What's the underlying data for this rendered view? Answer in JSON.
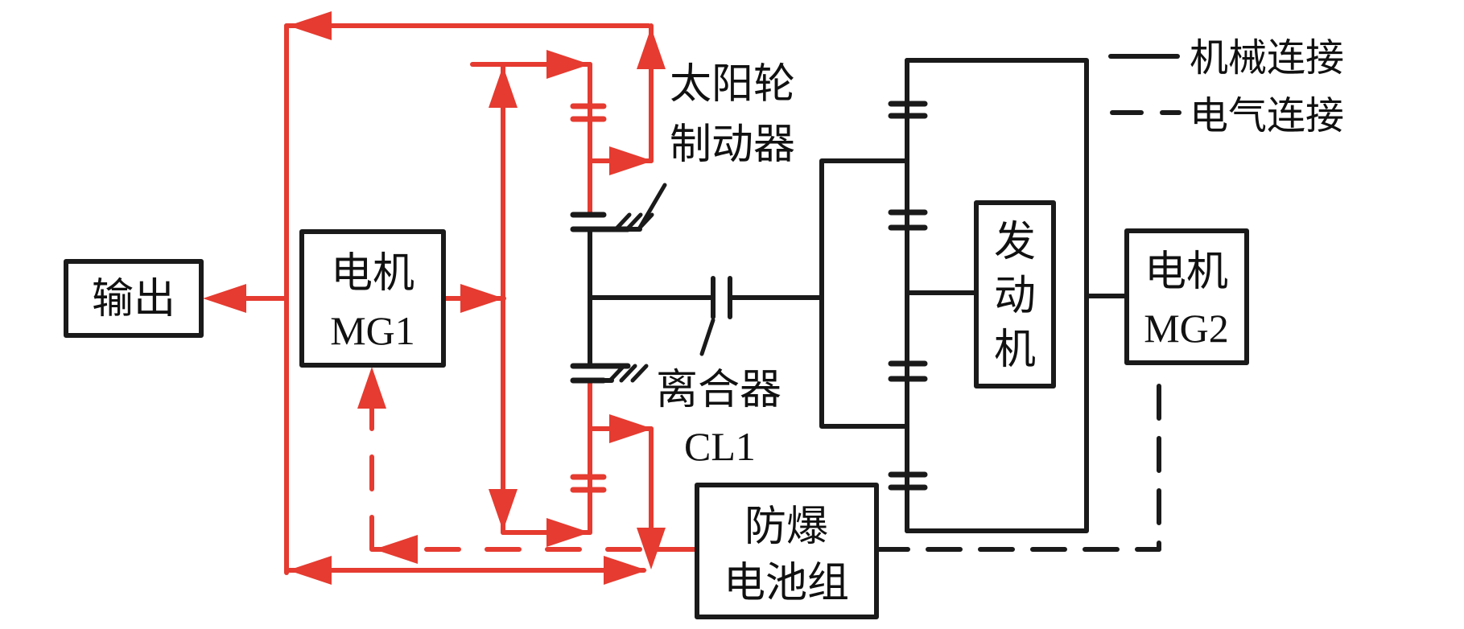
{
  "diagram": {
    "blocks": {
      "output": {
        "line1": "输出"
      },
      "mg1": {
        "line1": "电机",
        "line2": "MG1"
      },
      "engine": {
        "line1": "发",
        "line2": "动",
        "line3": "机"
      },
      "mg2": {
        "line1": "电机",
        "line2": "MG2"
      },
      "battery": {
        "line1": "防爆",
        "line2": "电池组"
      }
    },
    "labels": {
      "sun_brake_line1": "太阳轮",
      "sun_brake_line2": "制动器",
      "clutch_line1": "离合器",
      "clutch_line2": "CL1"
    },
    "legend": {
      "mechanical": "机械连接",
      "electrical": "电气连接"
    },
    "colors": {
      "power_flow": "#e53b30",
      "mechanical": "#1a1a1a",
      "background": "#ffffff"
    }
  }
}
